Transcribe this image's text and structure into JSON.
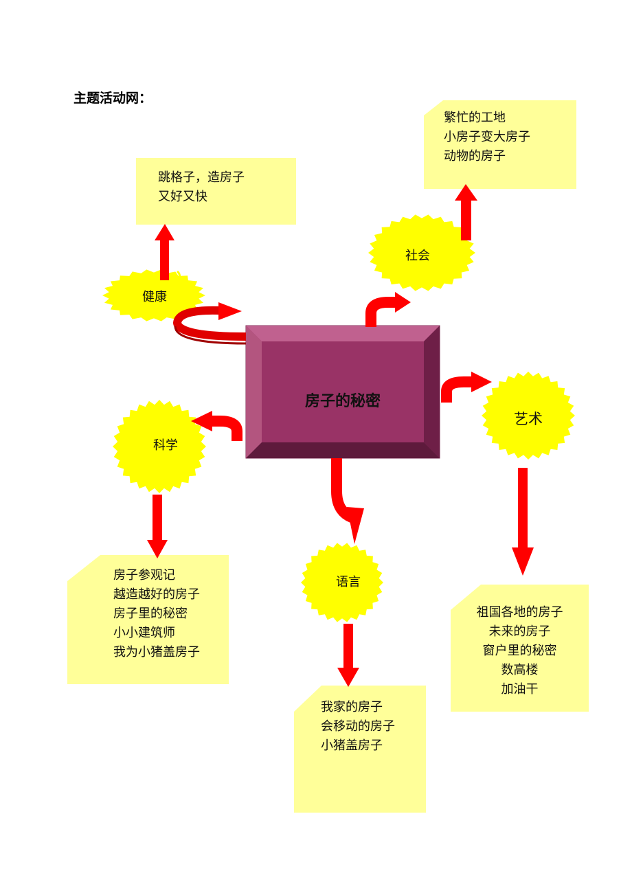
{
  "title": "主题活动网：",
  "center": "房子的秘密",
  "domains": {
    "health": "健康",
    "society": "社会",
    "art": "艺术",
    "science": "科学",
    "language": "语言"
  },
  "notes": {
    "health": [
      "跳格子，造房子",
      "又好又快"
    ],
    "society": [
      "繁忙的工地",
      "小房子变大房子",
      "动物的房子"
    ],
    "science": [
      "房子参观记",
      "越造越好的房子",
      "房子里的秘密",
      "小小建筑师",
      "我为小猪盖房子"
    ],
    "language": [
      "我家的房子",
      "会移动的房子",
      "小猪盖房子"
    ],
    "art": [
      "祖国各地的房子",
      "未来的房子",
      "窗户里的秘密",
      "数高楼",
      "加油干"
    ]
  },
  "colors": {
    "note_fill": "#ffff99",
    "burst_fill": "#ffff00",
    "arrow": "#ff0000",
    "center_fill": "#993366"
  }
}
